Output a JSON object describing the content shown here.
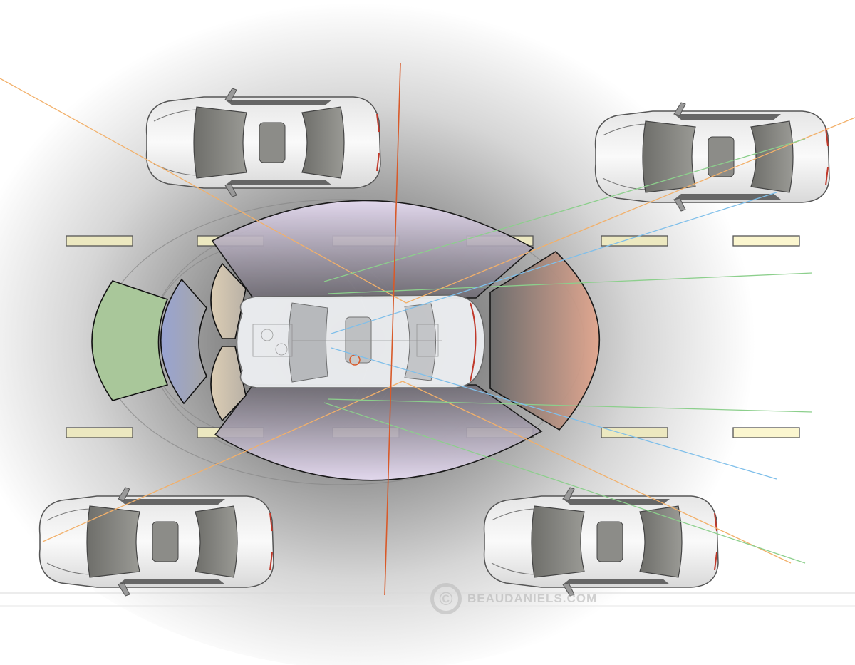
{
  "illustration": {
    "subject": "Top-down view of car surrounded by sensor coverage zones on a multi-lane road",
    "watermark": {
      "symbol": "©",
      "text": "BEAUDANIELS.COM"
    },
    "colors": {
      "background": "#ffffff",
      "road_shadow": "#8a8a8a",
      "lane_marker": "#ece8c0",
      "lane_marker_border": "#555555",
      "zone_side_purple": "#e4d9f0",
      "zone_rear_salmon": "#dba38d",
      "zone_front_green": "#a9c79a",
      "zone_front_blue": "#9aa5cf",
      "zone_front_corner_tan": "#d9cbb5",
      "ray_orange": "#f2b06a",
      "ray_green": "#8ccf8c",
      "ray_blue": "#7fbfea",
      "axis_red": "#d85a2a"
    },
    "zones": [
      {
        "name": "long-range-front-radar",
        "color": "green"
      },
      {
        "name": "mid-range-front-camera",
        "color": "blue"
      },
      {
        "name": "front-corner-sensor-left",
        "color": "tan"
      },
      {
        "name": "front-corner-sensor-right",
        "color": "tan"
      },
      {
        "name": "side-coverage-top",
        "color": "purple"
      },
      {
        "name": "side-coverage-bottom",
        "color": "purple"
      },
      {
        "name": "rear-coverage",
        "color": "salmon"
      }
    ],
    "vehicles": [
      {
        "name": "ego-car-xray",
        "position": "center"
      },
      {
        "name": "car-top-left",
        "position": "upper-left lane"
      },
      {
        "name": "car-top-right",
        "position": "upper-right lane"
      },
      {
        "name": "car-bottom-left",
        "position": "lower-left lane"
      },
      {
        "name": "car-bottom-right",
        "position": "lower-right lane"
      }
    ]
  }
}
